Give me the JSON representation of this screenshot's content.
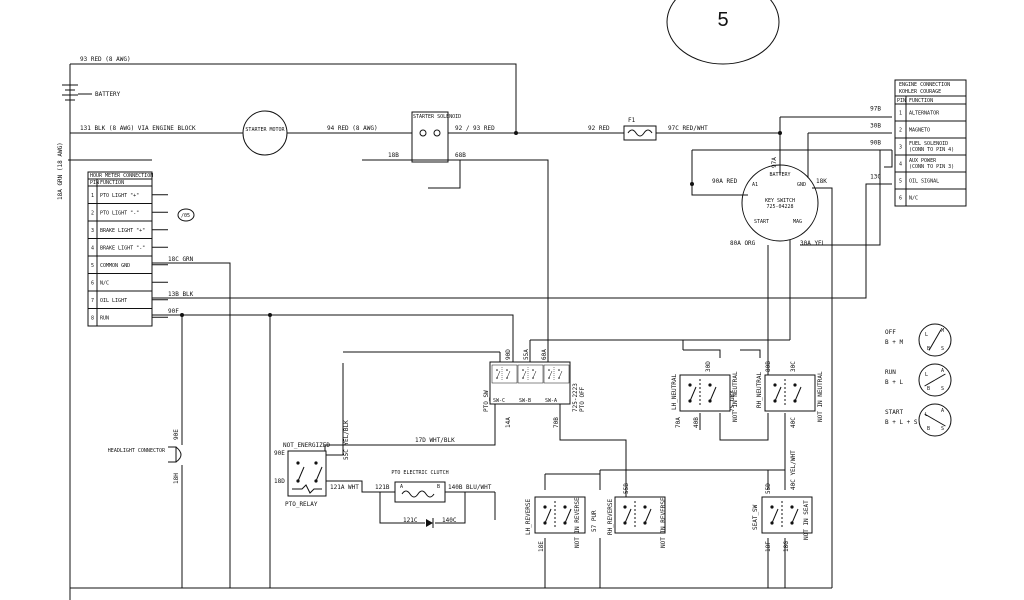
{
  "page": {
    "number": "5"
  },
  "battery": {
    "label": "BATTERY",
    "wire_top": "93 RED (8 AWG)"
  },
  "left_wire": {
    "label": "18A GRN (18 AWG)"
  },
  "main_row": {
    "w131": "131 BLK (8 AWG) VIA ENGINE BLOCK",
    "starter": "STARTER MOTOR",
    "w94": "94 RED (8 AWG)",
    "solenoid": "STARTER SOLENOID",
    "w92_93": "92 / 93 RED",
    "w92": "92 RED",
    "fuse": "F1",
    "w97c": "97C RED/WHT",
    "w18b": "18B",
    "w68b": "68B"
  },
  "hour_meter": {
    "title": "HOUR METER CONNECTION",
    "col_pin": "PIN",
    "col_func": "FUNCTION",
    "rows": [
      {
        "pin": "1",
        "func": "PTO LIGHT \"+\""
      },
      {
        "pin": "2",
        "func": "PTO LIGHT \"-\""
      },
      {
        "pin": "3",
        "func": "BRAKE LIGHT \"+\""
      },
      {
        "pin": "4",
        "func": "BRAKE LIGHT \"-\""
      },
      {
        "pin": "5",
        "func": "COMMON GND"
      },
      {
        "pin": "6",
        "func": "N/C"
      },
      {
        "pin": "7",
        "func": "OIL LIGHT"
      },
      {
        "pin": "8",
        "func": "RUN"
      }
    ],
    "marker": "/05",
    "w18c": "18C GRN",
    "w13b": "13B BLK",
    "w90f": "90F"
  },
  "engine": {
    "title1": "ENGINE CONNECTION",
    "title2": "KOHLER COURAGE",
    "col_pin": "PIN",
    "col_func": "FUNCTION",
    "rows": [
      {
        "pin": "1",
        "func": "ALTERNATOR",
        "wire": "97B"
      },
      {
        "pin": "2",
        "func": "MAGNETO",
        "wire": "30B"
      },
      {
        "pin": "3",
        "func": "FUEL SOLENOID",
        "func2": "(CONN TO PIN 4)",
        "wire": "90B"
      },
      {
        "pin": "4",
        "func": "AUX POWER",
        "func2": "(CONN TO PIN 3)",
        "wire": ""
      },
      {
        "pin": "5",
        "func": "OIL SIGNAL",
        "wire": "13C"
      },
      {
        "pin": "6",
        "func": "N/C",
        "wire": ""
      }
    ]
  },
  "key_switch": {
    "label": "KEY SWITCH",
    "part": "725-04228",
    "battery": "BATTERY",
    "a1": "A1",
    "gnd": "GND",
    "start": "START",
    "mag": "MAG",
    "w97a": "97A",
    "w90a": "90A RED",
    "w18k": "18K",
    "w80a": "80A ORG",
    "w30a": "30A YEL"
  },
  "pto_switch": {
    "label": "PTO_SW",
    "part": "725-2223",
    "state": "PTO OFF",
    "w90d": "90D",
    "w55a": "55A",
    "w60a": "60A",
    "w14a": "14A",
    "w70b": "70B",
    "contacts": [
      "SW-C",
      "SW-B",
      "SW-A"
    ]
  },
  "pto_relay": {
    "label": "PTO_RELAY",
    "state": "NOT_ENERGIZED",
    "w90e_in": "90E",
    "w18d": "18D",
    "w55c": "55C YEL/BLK",
    "w17d": "17D WHT/BLK",
    "w121a": "121A WHT"
  },
  "clutch": {
    "label": "PTO ELECTRIC CLUTCH",
    "w121b": "121B",
    "w140b": "140B BLU/WHT",
    "w121c": "121C",
    "w140c": "140C",
    "pin_a": "A",
    "pin_b": "B"
  },
  "headlight": {
    "label": "HEADLIGHT CONNECTOR",
    "w90e": "90E",
    "w18h": "18H"
  },
  "lh_neutral": {
    "label": "LH_NEUTRAL",
    "state": "NOT IN NEUTRAL",
    "w30d": "30D",
    "w70a": "70A",
    "w40b": "40B"
  },
  "rh_neutral": {
    "label": "RH_NEUTRAL",
    "state": "NOT IN NEUTRAL",
    "w80b": "80B",
    "w30c": "30C",
    "w40c": "40C"
  },
  "mid_wire": {
    "w7s": "7S GRY",
    "w40c_yel": "40C YEL/WHT"
  },
  "lh_reverse": {
    "label": "LH_REVERSE",
    "state": "NOT IN REVERSE",
    "w18e": "18E"
  },
  "rh_reverse": {
    "label": "RH_REVERSE",
    "state": "NOT IN REVERSE",
    "w55b": "55B",
    "w57": "57 PUR"
  },
  "seat_sw": {
    "label": "SEAT_SW",
    "state": "NOT IN SEAT",
    "w55d": "55D",
    "w18f": "18F",
    "w18g": "18G"
  },
  "legend": [
    {
      "state": "OFF",
      "contacts": "B + M"
    },
    {
      "state": "RUN",
      "contacts": "B + L"
    },
    {
      "state": "START",
      "contacts": "B + L + S"
    }
  ],
  "legend_letters": {
    "b": "B",
    "l": "L",
    "m": "M",
    "s": "S",
    "a": "A"
  }
}
